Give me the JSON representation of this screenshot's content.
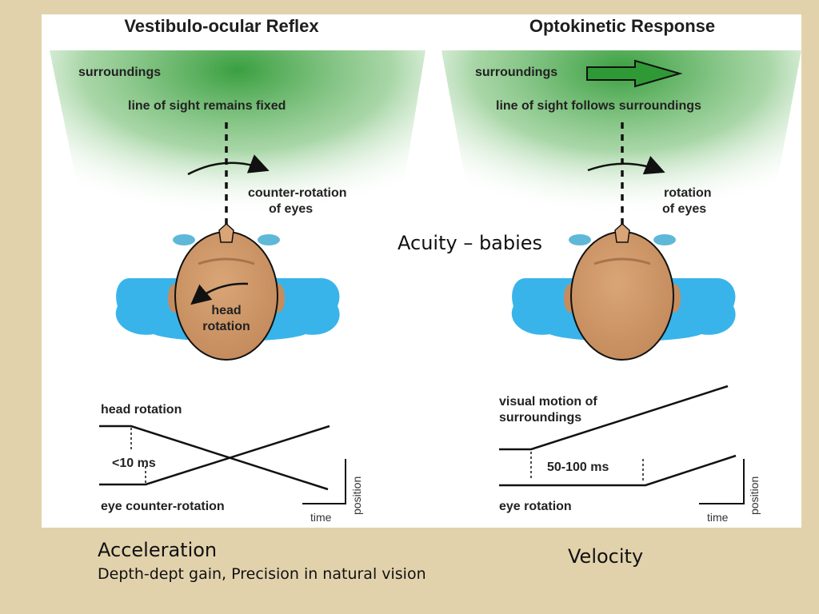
{
  "left_panel": {
    "title": "Vestibulo-ocular Reflex",
    "surroundings": "surroundings",
    "line_of_sight": "line of sight remains fixed",
    "eye_label_line1": "counter-rotation",
    "eye_label_line2": "of eyes",
    "head_label_line1": "head",
    "head_label_line2": "rotation",
    "graph": {
      "top_label": "head rotation",
      "latency": "<10 ms",
      "bottom_label": "eye counter-rotation",
      "x_axis": "time",
      "y_axis": "position"
    }
  },
  "right_panel": {
    "title": "Optokinetic Response",
    "surroundings": "surroundings",
    "line_of_sight": "line of sight follows surroundings",
    "eye_label_line1": "rotation",
    "eye_label_line2": "of eyes",
    "graph": {
      "top_label_line1": "visual motion of",
      "top_label_line2": "surroundings",
      "latency": "50-100 ms",
      "bottom_label": "eye rotation",
      "x_axis": "time",
      "y_axis": "position"
    }
  },
  "overlay_text": "Acuity – babies",
  "captions": {
    "left_main": "Acceleration",
    "left_sub": "Depth-dept gain, Precision in natural vision",
    "right_main": "Velocity"
  },
  "colors": {
    "background": "#e2d2ac",
    "field_green": "#3fa03f",
    "pillow_blue": "#39b4ea",
    "skin": "#cf9a6c",
    "hair": "#b07a50"
  }
}
